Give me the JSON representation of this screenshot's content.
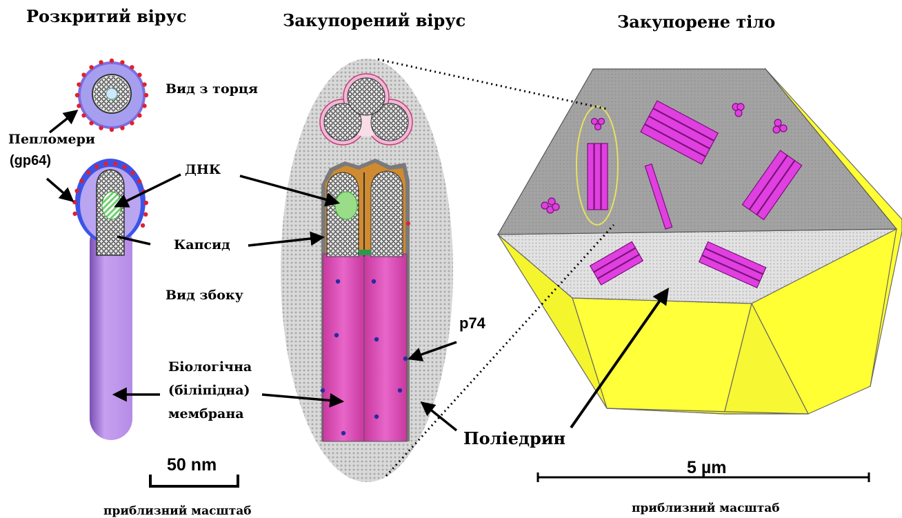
{
  "titles": {
    "enveloped_virus": "Розкритий вірус",
    "occluded_virus": "Закупорений вірус",
    "occlusion_body": "Закупорене тіло"
  },
  "labels": {
    "end_view": "Вид з торця",
    "peplomers_line1": "Пепломери",
    "peplomers_line2": "(gp64)",
    "dna": "ДНК",
    "capsid": "Капсид",
    "side_view": "Вид збоку",
    "membrane_line1": "Біологічна",
    "membrane_line2": "(біліпідна)",
    "membrane_line3": "мембрана",
    "p74": "p74",
    "polyhedrin": "Поліедрин"
  },
  "scale_bars": {
    "left_value": "50 nm",
    "right_value": "5 µm",
    "note_left": "приблизний масштаб",
    "note_right": "приблизний масштаб"
  },
  "colors": {
    "membrane_purple": "#c9a0f2",
    "envelope_blue": "#3b54e8",
    "peplomer_red": "#e02030",
    "tube_magenta": "#e055c0",
    "rod_magenta": "#e040e0",
    "crystal_yellow": "#ffff33",
    "crystal_top_gray": "#a6a6a6",
    "crystal_face_light": "#dcdcdc",
    "occlusion_gray": "#d4d4d4",
    "calyx_orange": "#d08a30",
    "dna_green": "#99dd88"
  }
}
